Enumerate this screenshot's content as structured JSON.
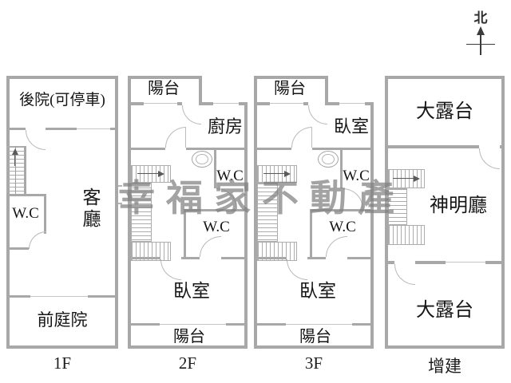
{
  "compass": {
    "label": "北"
  },
  "watermark": {
    "text": "幸福家不動產"
  },
  "floor1": {
    "label": "1F",
    "backyard": "後院(可停車)",
    "living_room": "客廳",
    "wc": "W.C",
    "front_yard": "前庭院"
  },
  "floor2": {
    "label": "2F",
    "balcony_top": "陽台",
    "kitchen": "廚房",
    "wc_upper": "W.C",
    "wc_lower": "W.C",
    "bedroom": "臥室",
    "balcony_bottom": "陽台"
  },
  "floor3": {
    "label": "3F",
    "balcony_top": "陽台",
    "bedroom_top": "臥室",
    "wc_upper": "W.C",
    "wc_lower": "W.C",
    "bedroom": "臥室",
    "balcony_bottom": "陽台"
  },
  "annex": {
    "label": "增建",
    "terrace_top": "大露台",
    "shrine_hall": "神明廳",
    "terrace_bottom": "大露台"
  }
}
